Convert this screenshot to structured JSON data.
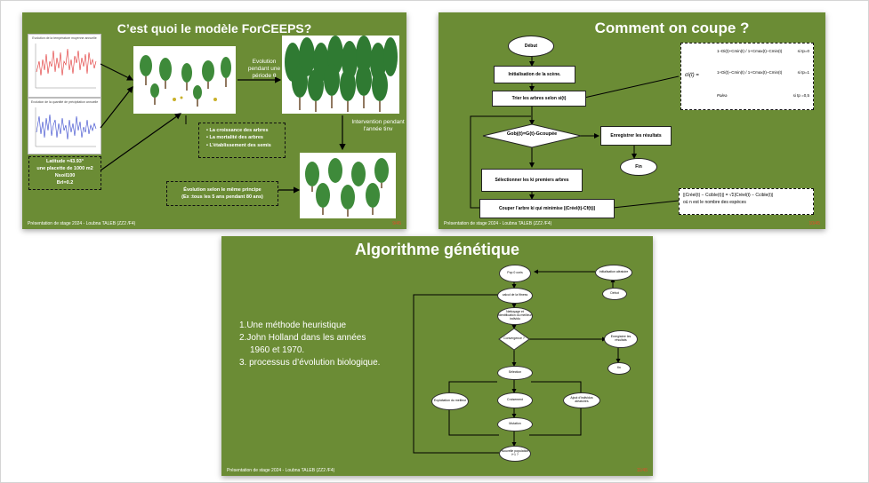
{
  "slide1": {
    "title": "C’est quoi le modèle  ForCEEPS?",
    "graph1_title": "Evolution de la température moyenne annuelle",
    "graph2_title": "Evolution de la quantité de précipitation annuelle",
    "evolution_label": "Evolution pendant une période θ",
    "intervention_label": "Intervention pendant l'année tinv",
    "params": [
      "Latitude =43.93°",
      "une placette de 1000 m2",
      "Nsoil100",
      "Brl=0.2"
    ],
    "bullets": [
      "La croissance des arbres",
      "La mortalité des arbres",
      "L’établissement des semis"
    ],
    "evolution_box": [
      "Évolution selon le même principe",
      "(Ex :tous les 5 ans pendant 80 ans)"
    ],
    "footer": "Présentation de stage 2024 - Loubna TALEB (ZZ2 /F4)",
    "page": "9/45"
  },
  "slide2": {
    "title": "Comment on coupe ?",
    "start": "Début",
    "init": "Initialisation de la scène.",
    "sort": "Trier les arbres selon si(t)",
    "decision": "Gobj(t)=G(t)-Gcoupée",
    "save": "Enregistrer les résultats",
    "end": "Fin",
    "select": "Sélectionner les ki premiers arbres",
    "cut": "Couper l’arbre ki qui minimise ||Créel(t)-Cf(t)||",
    "formula_lhs": "σi(t) =",
    "formula_rows": [
      {
        "expr": "1−Di(t)+Cmin(t) / 1+Cmax(t)−Cmin(t)",
        "cond": "si  tp=0"
      },
      {
        "expr": "1+Di(t)−Cmin(t) / 1+Cmax(t)−Cmin(t)",
        "cond": "si  tp=1"
      },
      {
        "expr": "Palea",
        "cond": "si tp =0,5"
      }
    ],
    "norm_formula": "||Créel(t) − Ccible(t)|| = √Σ|Créel(t) − Ccible(t)|",
    "norm_note": "où n est le nombre des espèces",
    "footer": "Présentation de stage 2024 - Loubna TALEB (ZZ2 /F4)",
    "page": "10/45"
  },
  "slide3": {
    "title": "Algorithme génétique",
    "points": [
      "1.Une méthode heuristique",
      "2.John Holland  dans les années",
      "1960 et 1970.",
      "3. processus d’évolution biologique."
    ],
    "nodes": {
      "pop": "Pop 0 coris",
      "init": "Initialisation aléatoire",
      "debut": "Début",
      "calcul": "calcul de la fitness",
      "nettoyage": "Nettoyage et identification du meilleur individu",
      "convergence": "Convergence ?",
      "enregistrer": "Enregistrer les résultats",
      "fin": "fin",
      "selection": "Sélection",
      "exploitation": "Exploitation du meilleur",
      "croisement": "Croisement",
      "ajout": "Ajout d'individus aléatoires",
      "mutation": "Mutation",
      "nouvelle": "Nouvelle population i+1 ?"
    },
    "footer": "Présentation de stage 2024 - Loubna TALEB (ZZ2 /F4)",
    "page": "11/45"
  },
  "colors": {
    "slide_bg": "#6b8c35",
    "page_num": "#e34b2a",
    "line_red": "#e03030",
    "line_blue": "#3344cc"
  }
}
